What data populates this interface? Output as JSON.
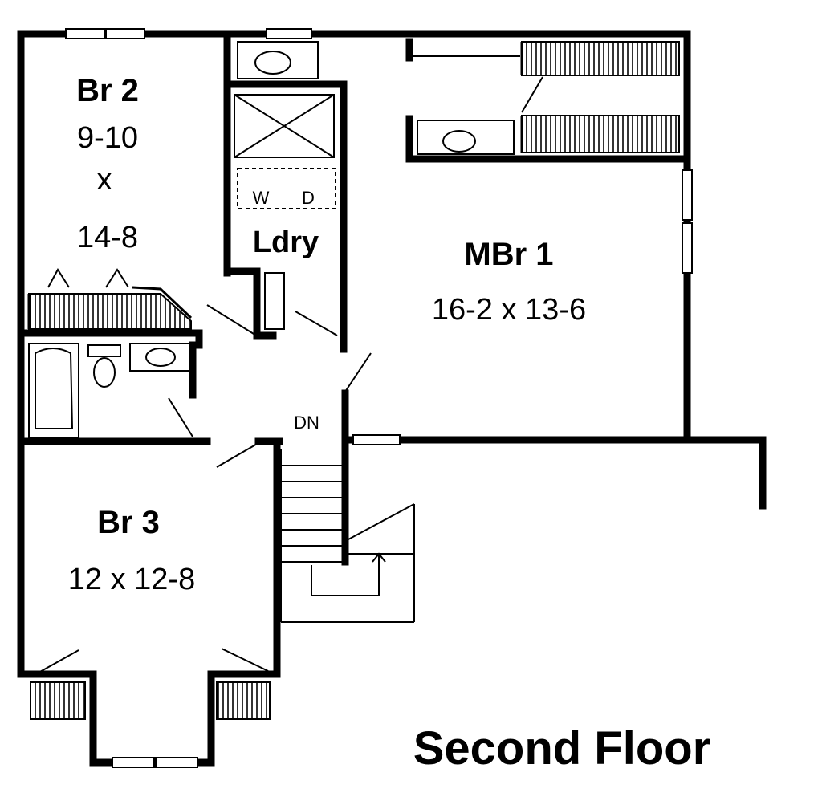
{
  "plan_title": "Second Floor",
  "rooms": {
    "br2": {
      "name": "Br 2",
      "dim_1": "9-10",
      "dim_x": "x",
      "dim_2": "14-8"
    },
    "ldry": {
      "name": "Ldry",
      "washer": "W",
      "dryer": "D"
    },
    "mbr1": {
      "name": "MBr 1",
      "dim": "16-2 x 13-6"
    },
    "br3": {
      "name": "Br 3",
      "dim": "12 x 12-8"
    }
  },
  "stairs": {
    "label": "DN"
  }
}
